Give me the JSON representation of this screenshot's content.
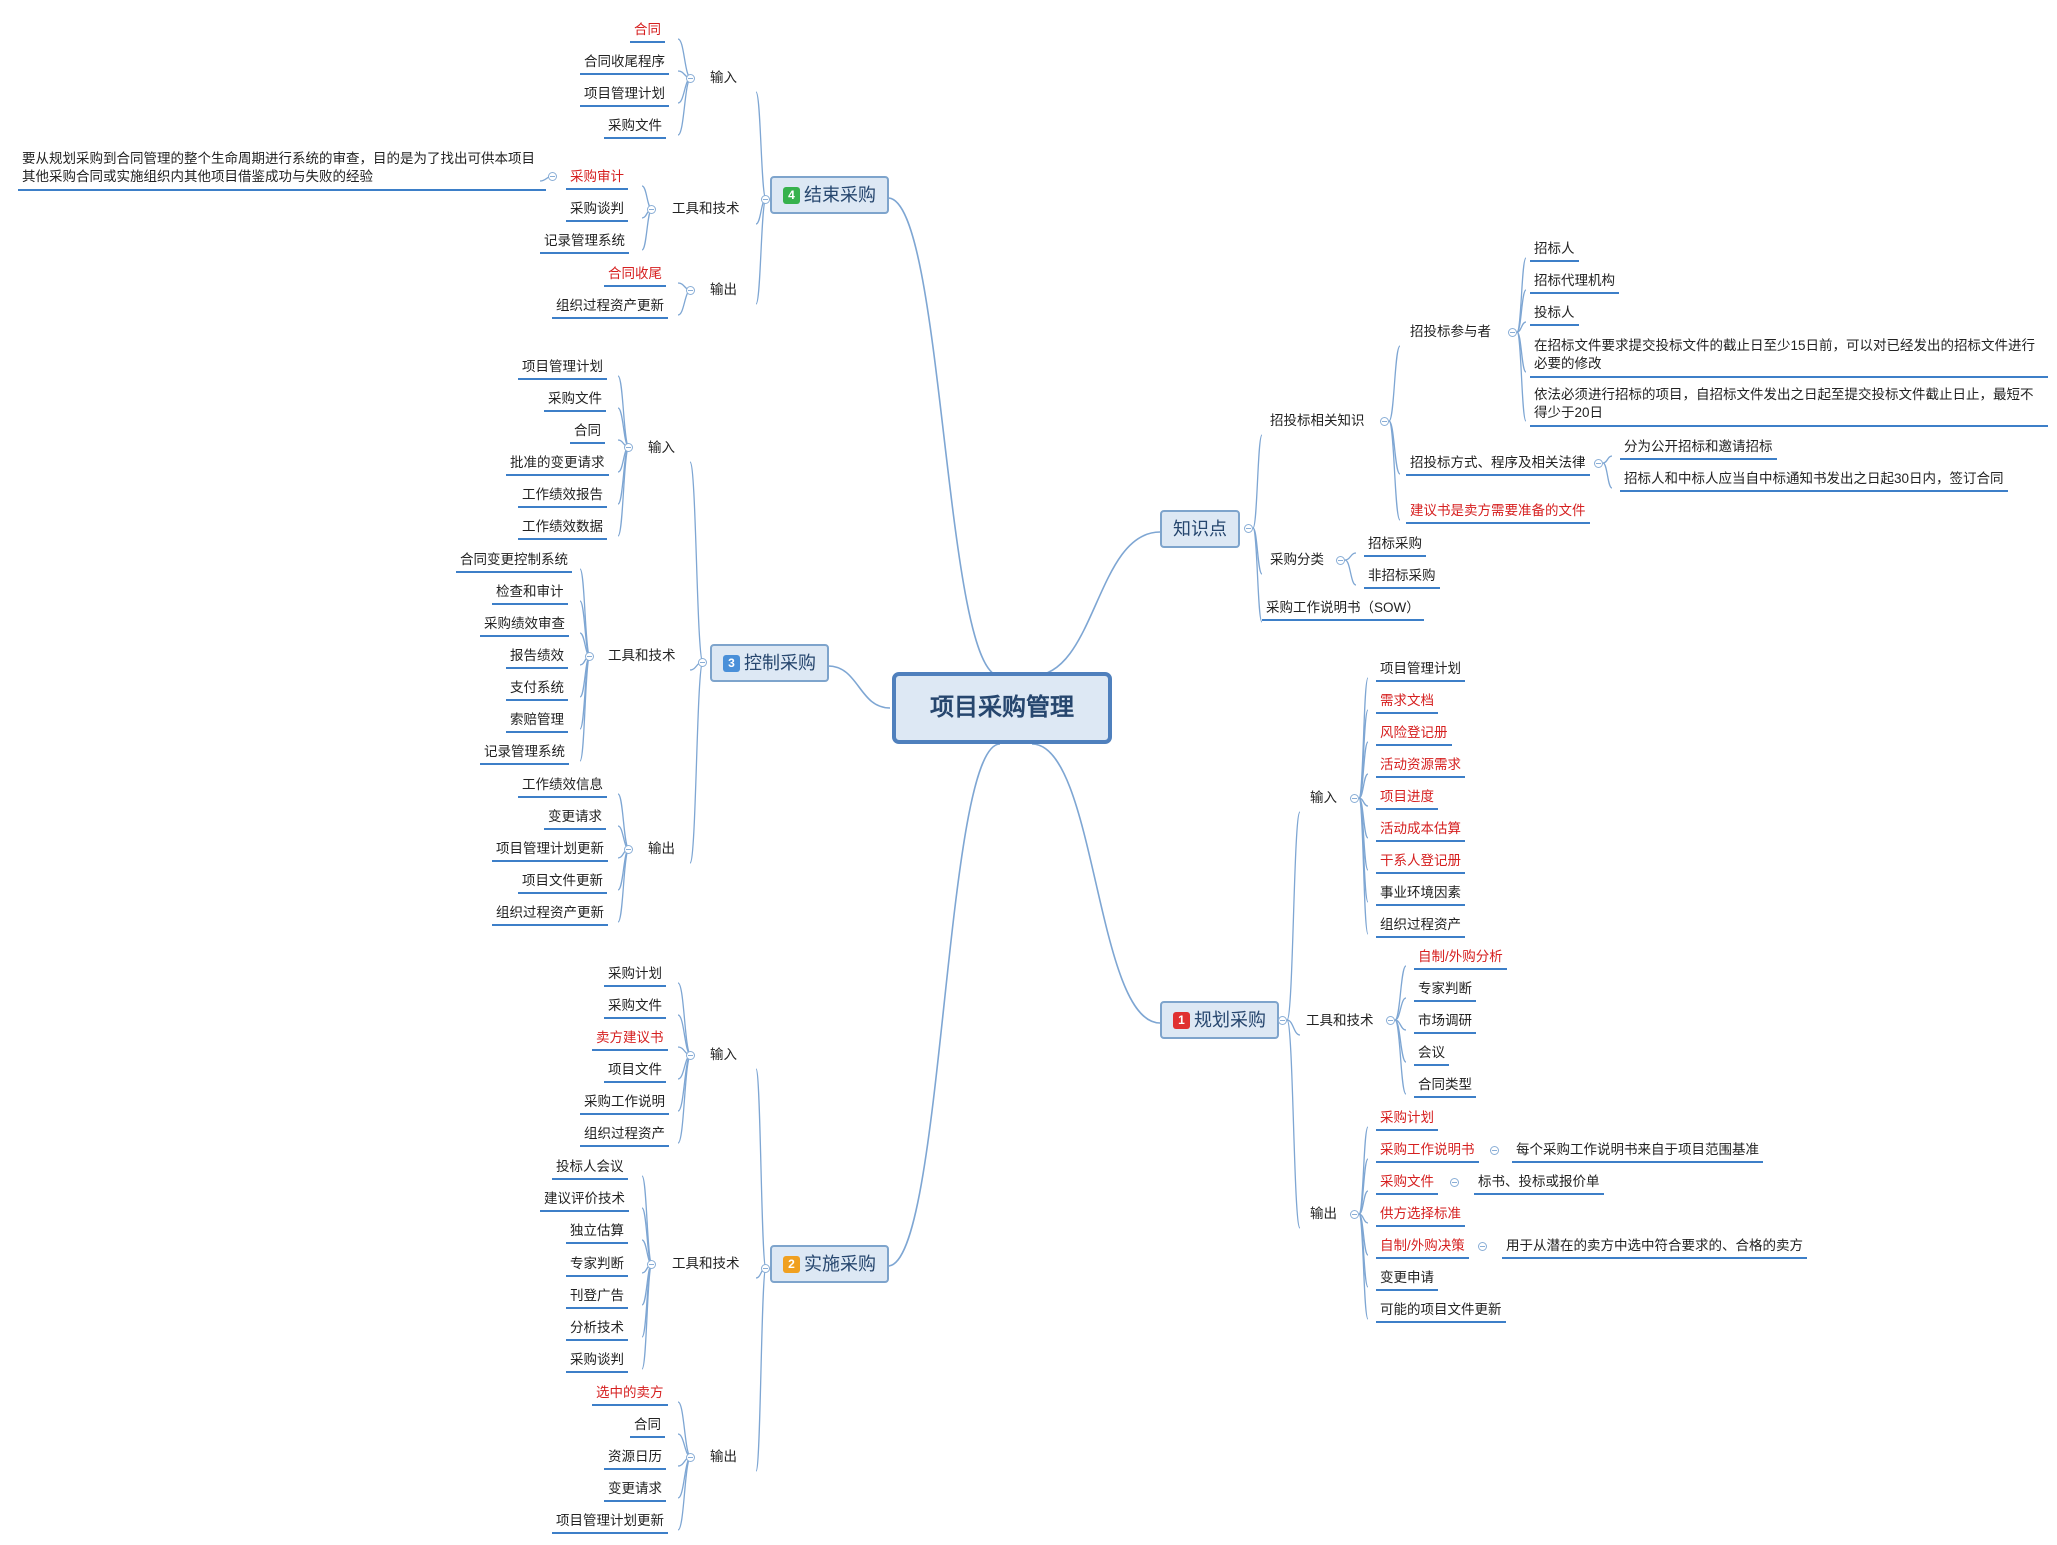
{
  "root": {
    "label": "项目采购管理"
  },
  "colors": {
    "line": "#7ea6d3",
    "underline": "#3d7fc8",
    "red_text": "#d62020",
    "badge_4": "#37b24d",
    "badge_3": "#4a90d9",
    "badge_2": "#f0a020",
    "badge_1": "#e03131"
  },
  "branches": {
    "close": {
      "label": "结束采购",
      "badge": "4",
      "groups": {
        "input": {
          "label": "输入",
          "items": [
            "合同",
            "合同收尾程序",
            "项目管理计划",
            "采购文件"
          ]
        },
        "tools": {
          "label": "工具和技术",
          "items": [
            "采购审计",
            "采购谈判",
            "记录管理系统"
          ],
          "audit_note": "要从规划采购到合同管理的整个生命周期进行系统的审查，目的是为了找出可供本项目其他采购合同或实施组织内其他项目借鉴成功与失败的经验"
        },
        "output": {
          "label": "输出",
          "items": [
            "合同收尾",
            "组织过程资产更新"
          ]
        }
      }
    },
    "control": {
      "label": "控制采购",
      "badge": "3",
      "groups": {
        "input": {
          "label": "输入",
          "items": [
            "项目管理计划",
            "采购文件",
            "合同",
            "批准的变更请求",
            "工作绩效报告",
            "工作绩效数据"
          ]
        },
        "tools": {
          "label": "工具和技术",
          "items": [
            "合同变更控制系统",
            "检查和审计",
            "采购绩效审查",
            "报告绩效",
            "支付系统",
            "索赔管理",
            "记录管理系统"
          ]
        },
        "output": {
          "label": "输出",
          "items": [
            "工作绩效信息",
            "变更请求",
            "项目管理计划更新",
            "项目文件更新",
            "组织过程资产更新"
          ]
        }
      }
    },
    "conduct": {
      "label": "实施采购",
      "badge": "2",
      "groups": {
        "input": {
          "label": "输入",
          "items": [
            "采购计划",
            "采购文件",
            "卖方建议书",
            "项目文件",
            "采购工作说明",
            "组织过程资产"
          ]
        },
        "tools": {
          "label": "工具和技术",
          "items": [
            "投标人会议",
            "建议评价技术",
            "独立估算",
            "专家判断",
            "刊登广告",
            "分析技术",
            "采购谈判"
          ]
        },
        "output": {
          "label": "输出",
          "items": [
            "选中的卖方",
            "合同",
            "资源日历",
            "变更请求",
            "项目管理计划更新"
          ]
        }
      }
    },
    "knowledge": {
      "label": "知识点",
      "bidding": {
        "label": "招投标相关知识",
        "participants": {
          "label": "招投标参与者",
          "items": [
            "招标人",
            "招标代理机构",
            "投标人",
            "在招标文件要求提交投标文件的截止日至少15日前，可以对已经发出的招标文件进行必要的修改",
            "依法必须进行招标的项目，自招标文件发出之日起至提交投标文件截止日止，最短不得少于20日"
          ]
        },
        "methods": {
          "label": "招投标方式、程序及相关法律",
          "items": [
            "分为公开招标和邀请招标",
            "招标人和中标人应当自中标通知书发出之日起30日内，签订合同"
          ]
        },
        "proposal": "建议书是卖方需要准备的文件"
      },
      "classification": {
        "label": "采购分类",
        "items": [
          "招标采购",
          "非招标采购"
        ]
      },
      "sow": "采购工作说明书（SOW）"
    },
    "plan": {
      "label": "规划采购",
      "badge": "1",
      "groups": {
        "input": {
          "label": "输入",
          "items": [
            "项目管理计划",
            "需求文档",
            "风险登记册",
            "活动资源需求",
            "项目进度",
            "活动成本估算",
            "干系人登记册",
            "事业环境因素",
            "组织过程资产"
          ]
        },
        "tools": {
          "label": "工具和技术",
          "items": [
            "自制/外购分析",
            "专家判断",
            "市场调研",
            "会议",
            "合同类型"
          ]
        },
        "output": {
          "label": "输出",
          "items": [
            "采购计划",
            "采购工作说明书",
            "采购文件",
            "供方选择标准",
            "自制/外购决策",
            "变更申请",
            "可能的项目文件更新"
          ],
          "notes": {
            "sow": "每个采购工作说明书来自于项目范围基准",
            "docs": "标书、投标或报价单",
            "decision": "用于从潜在的卖方中选中符合要求的、合格的卖方"
          }
        }
      }
    }
  }
}
